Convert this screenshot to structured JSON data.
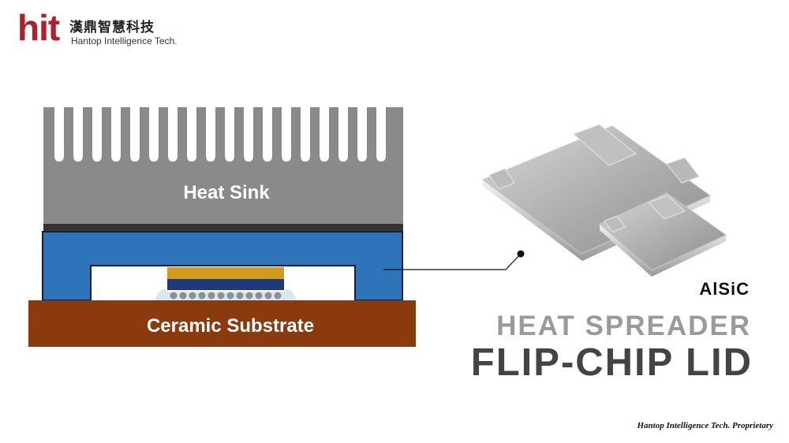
{
  "logo": {
    "mark": "hit",
    "chinese_name": "漢鼎智慧科技",
    "english_name": "Hantop Intelligence Tech."
  },
  "diagram": {
    "heat_sink_label": "Heat Sink",
    "substrate_label": "Ceramic Substrate",
    "colors": {
      "heat_sink": "#8a8a8a",
      "heat_sink_base": "#333333",
      "lid": "#2e74b8",
      "lid_outline": "#0a1f4a",
      "substrate": "#8b3a0e",
      "die_top": "#d49a1a",
      "die_bottom": "#1f3a78",
      "bumps": "#8f8f8f"
    }
  },
  "product": {
    "material": "AlSiC",
    "line1": "HEAT SPREADER",
    "line2": "FLIP-CHIP LID"
  },
  "footer": {
    "proprietary": "Hantop Intelligence Tech. Proprietary"
  }
}
